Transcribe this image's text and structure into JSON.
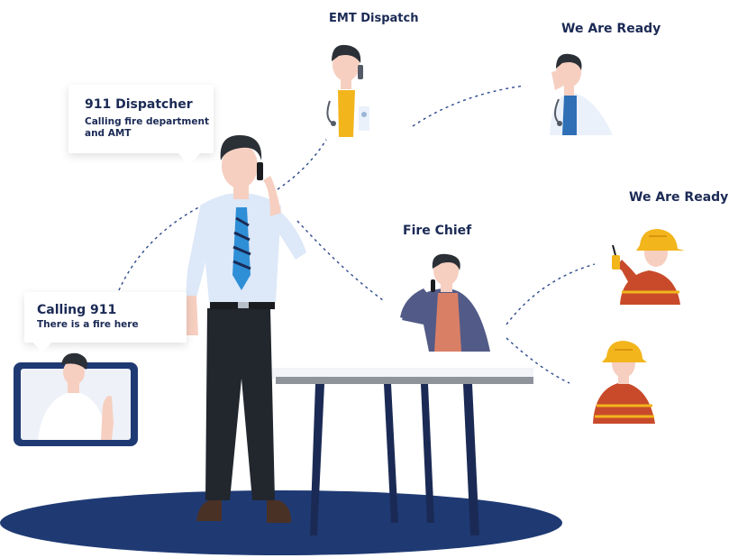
{
  "labels": {
    "emt_dispatch": "EMT Dispatch",
    "we_are_ready_doctor": "We Are Ready",
    "we_are_ready_fire": "We Are Ready",
    "fire_chief": "Fire Chief"
  },
  "bubbles": {
    "dispatcher": {
      "title": "911 Dispatcher",
      "line1": "Calling fire department",
      "line2": "and AMT"
    },
    "caller": {
      "title": "Calling 911",
      "line1": "There is a fire here"
    }
  },
  "colors": {
    "navy": "#1b2a55",
    "floor": "#1f3a73",
    "shirt": "#dde8f8",
    "tie": "#2f8fd6",
    "skin": "#f6cfc0",
    "hair": "#2b2f36",
    "yellow": "#f2b51c",
    "fire_suit": "#c84a2a"
  }
}
